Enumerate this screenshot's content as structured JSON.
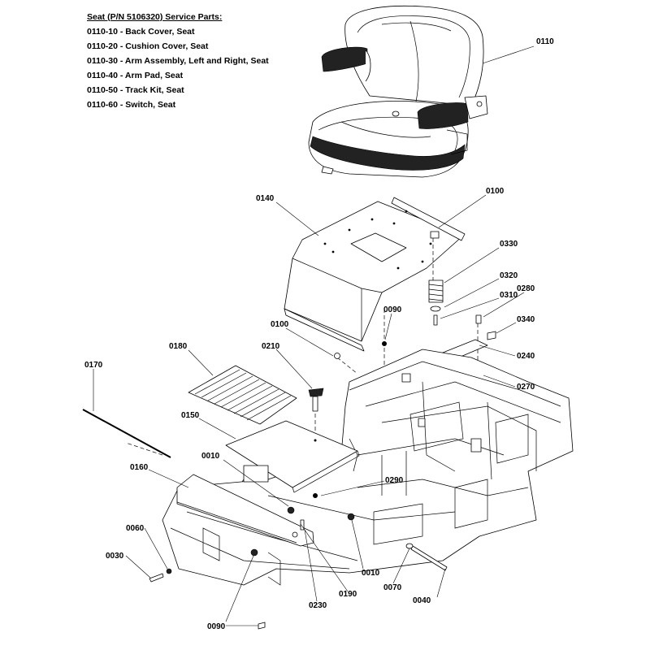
{
  "parts_list": {
    "title": "Seat (P/N 5106320) Service Parts:",
    "items": [
      "0110-10 - Back Cover, Seat",
      "0110-20 - Cushion Cover, Seat",
      "0110-30 - Arm Assembly, Left and Right, Seat",
      "0110-40 - Arm Pad, Seat",
      "0110-50 - Track Kit, Seat",
      "0110-60 - Switch, Seat"
    ]
  },
  "callouts": {
    "c0110": "0110",
    "c0140": "0140",
    "c0100a": "0100",
    "c0330": "0330",
    "c0320": "0320",
    "c0310": "0310",
    "c0280": "0280",
    "c0090a": "0090",
    "c0340": "0340",
    "c0100b": "0100",
    "c0240": "0240",
    "c0180": "0180",
    "c0210": "0210",
    "c0270": "0270",
    "c0170": "0170",
    "c0150": "0150",
    "c0010a": "0010",
    "c0160": "0160",
    "c0290": "0290",
    "c0060": "0060",
    "c0030": "0030",
    "c0010b": "0010",
    "c0070": "0070",
    "c0190": "0190",
    "c0230": "0230",
    "c0040": "0040",
    "c0090b": "0090"
  }
}
